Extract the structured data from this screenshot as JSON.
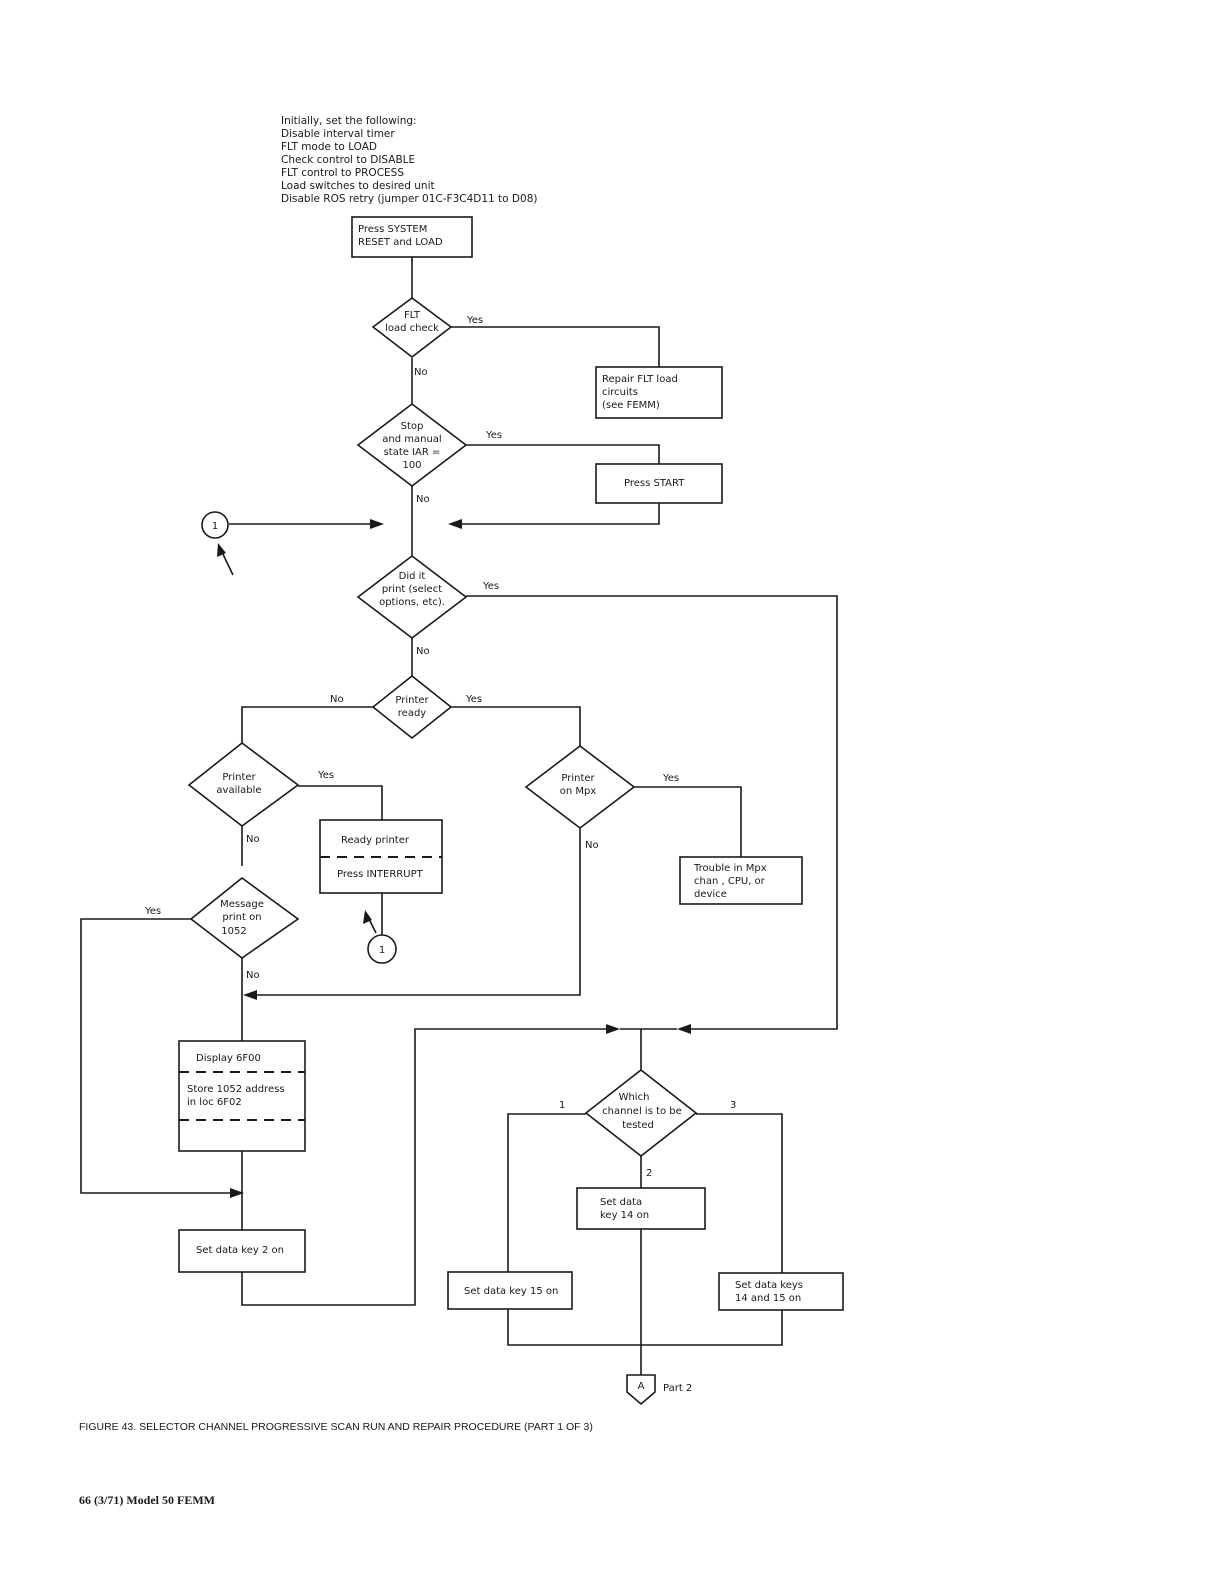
{
  "intro": {
    "lines": [
      "Initially, set the following:",
      "Disable interval timer",
      "FLT mode to LOAD",
      "Check control to DISABLE",
      "FLT control to PROCESS",
      "Load switches to desired unit",
      "Disable ROS retry (jumper 01C-F3C4D11 to D08)"
    ]
  },
  "boxes": {
    "press_reset": [
      "Press SYSTEM",
      "RESET and LOAD"
    ],
    "repair_flt": [
      "Repair FLT load",
      "circuits",
      "(see FEMM)"
    ],
    "press_start": [
      "Press START"
    ],
    "ready_printer": [
      "Ready printer"
    ],
    "press_interrupt": [
      "Press INTERRUPT"
    ],
    "trouble_mpx": [
      "Trouble in Mpx",
      "chan , CPU, or",
      "device"
    ],
    "display_6f00": [
      "Display 6F00"
    ],
    "store_1052": [
      "Store 1052 address",
      "in loc 6F02"
    ],
    "set_key2": [
      "Set data key 2 on"
    ],
    "set_key14": [
      "Set data",
      "key 14 on"
    ],
    "set_key15": [
      "Set data key 15 on"
    ],
    "set_keys1415": [
      "Set data keys",
      "14 and 15 on"
    ]
  },
  "decisions": {
    "flt_load_check": [
      "FLT",
      "load check"
    ],
    "stop_manual": [
      "Stop",
      "and manual",
      "state IAR =",
      "100"
    ],
    "did_it_print": [
      "Did it",
      "print (select",
      "options, etc)."
    ],
    "printer_ready": [
      "Printer",
      "ready"
    ],
    "printer_available": [
      "Printer",
      "available"
    ],
    "printer_on_mpx": [
      "Printer",
      "on Mpx"
    ],
    "message_print": [
      "Message",
      "print on",
      "1052"
    ],
    "which_channel": [
      "Which",
      "channel is to be",
      "tested"
    ]
  },
  "labels": {
    "yes": "Yes",
    "no": "No",
    "ch1": "1",
    "ch2": "2",
    "ch3": "3"
  },
  "connectors": {
    "entry": "1",
    "return": "1",
    "offpage": "A",
    "offpage_label": "Part 2"
  },
  "caption": "FIGURE 43.   SELECTOR CHANNEL PROGRESSIVE SCAN RUN AND REPAIR PROCEDURE (PART 1 OF 3)",
  "footer": "66   (3/71)   Model 50 FEMM"
}
